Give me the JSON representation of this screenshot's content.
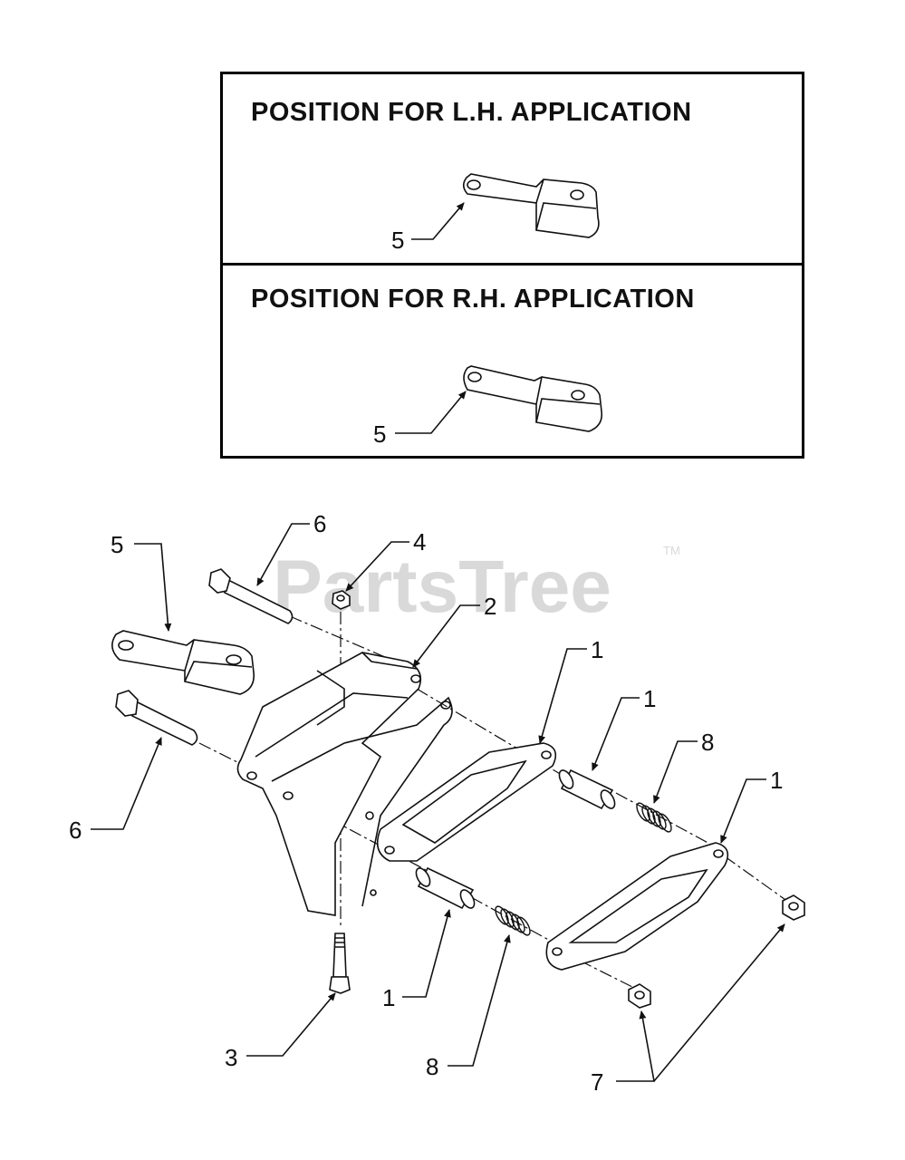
{
  "inset": {
    "lh_title": "POSITION FOR L.H. APPLICATION",
    "rh_title": "POSITION FOR R.H. APPLICATION",
    "lh_callout": "5",
    "rh_callout": "5"
  },
  "watermark": {
    "text": "PartsTree",
    "mark": "TM"
  },
  "callouts": {
    "c5": "5",
    "c6_top": "6",
    "c4": "4",
    "c2": "2",
    "c1_a": "1",
    "c1_b": "1",
    "c8_top": "8",
    "c1_c": "1",
    "c6_left": "6",
    "c1_d": "1",
    "c3": "3",
    "c8_bottom": "8",
    "c7": "7"
  },
  "colors": {
    "ink": "#111111",
    "watermark": "#d9d9d9"
  }
}
